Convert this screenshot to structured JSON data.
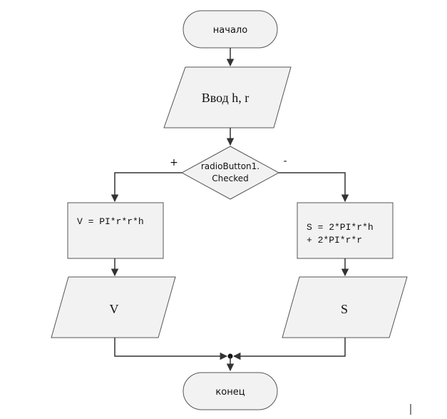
{
  "diagram": {
    "type": "flowchart",
    "start": {
      "label": "начало"
    },
    "input": {
      "label": "Ввод h, r"
    },
    "decision": {
      "line1": "radioButton1.",
      "line2": "Checked",
      "yes": "+",
      "no": "-"
    },
    "volume_calc": {
      "label": "V = PI*r*r*h"
    },
    "area_calc": {
      "line1": "S = 2*PI*r*h",
      "line2": "+ 2*PI*r*r"
    },
    "volume_output": {
      "label": "V"
    },
    "area_output": {
      "label": "S"
    },
    "end": {
      "label": "конец"
    }
  },
  "colors": {
    "fill": "#f2f2f2",
    "stroke": "#555555",
    "line": "#333333"
  }
}
